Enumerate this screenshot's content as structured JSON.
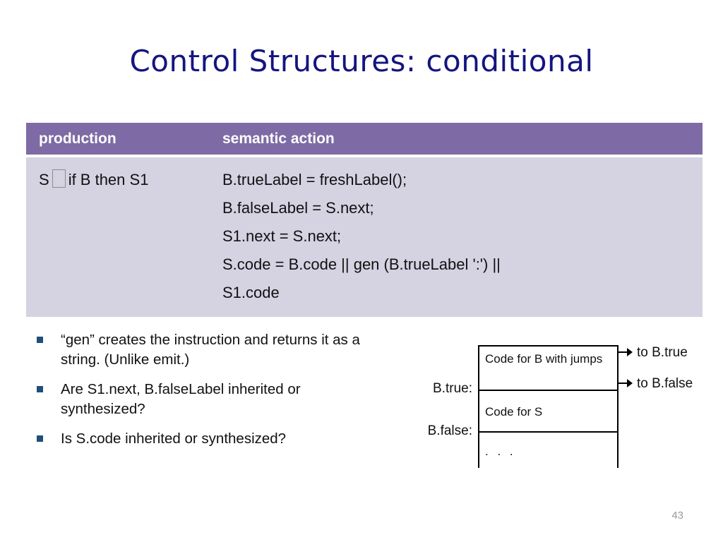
{
  "slide": {
    "title": "Control Structures: conditional",
    "page_number": "43",
    "title_color": "#14157F",
    "header_color": "#7E6BA5",
    "body_cell_color": "#D5D2E2",
    "bullet_color": "#1F4E79"
  },
  "table": {
    "headers": [
      "production",
      "semantic action"
    ],
    "row": {
      "production_prefix": "S",
      "production_glyph": "missing-glyph-box",
      "production_suffix": "if B then S1",
      "semantic_action_lines": [
        "B.trueLabel = freshLabel();",
        "B.falseLabel = S.next;",
        "S1.next = S.next;",
        "S.code = B.code || gen (B.trueLabel ':') ||",
        "S1.code"
      ]
    }
  },
  "bullets": [
    "“gen” creates the instruction and returns it as a string. (Unlike emit.)",
    "Are S1.next, B.falseLabel inherited or synthesized?",
    "Is S.code inherited or synthesized?"
  ],
  "diagram": {
    "segments": [
      {
        "text": "Code for B with jumps"
      },
      {
        "text": "Code for S"
      },
      {
        "text": ". . ."
      }
    ],
    "side_labels": [
      "B.true:",
      "B.false:"
    ],
    "arrow_labels": [
      "to B.true",
      "to B.false"
    ]
  }
}
